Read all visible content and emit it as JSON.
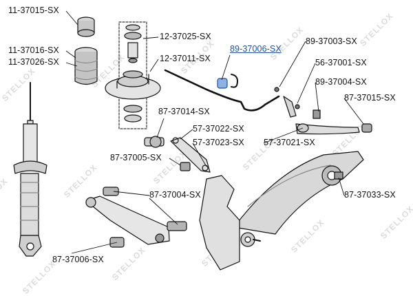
{
  "watermark": {
    "text": "STELLOX",
    "color": "#dcdcdc"
  },
  "highlight_color": "#1f4fa8",
  "labels": [
    {
      "id": "l1",
      "text": "11-37015-SX"
    },
    {
      "id": "l2",
      "text": "11-37016-SX"
    },
    {
      "id": "l3",
      "text": "11-37026-SX"
    },
    {
      "id": "l4",
      "text": "12-37025-SX"
    },
    {
      "id": "l5",
      "text": "12-37011-SX"
    },
    {
      "id": "l6",
      "text": "89-37006-SX",
      "highlighted": true
    },
    {
      "id": "l7",
      "text": "89-37003-SX"
    },
    {
      "id": "l8",
      "text": "56-37001-SX"
    },
    {
      "id": "l9",
      "text": "89-37004-SX"
    },
    {
      "id": "l10",
      "text": "87-37015-SX"
    },
    {
      "id": "l11",
      "text": "87-37014-SX"
    },
    {
      "id": "l12",
      "text": "57-37022-SX"
    },
    {
      "id": "l13",
      "text": "57-37023-SX"
    },
    {
      "id": "l14",
      "text": "57-37021-SX"
    },
    {
      "id": "l15",
      "text": "87-37005-SX"
    },
    {
      "id": "l16",
      "text": "87-37004-SX"
    },
    {
      "id": "l17",
      "text": "87-37033-SX"
    },
    {
      "id": "l18",
      "text": "87-37006-SX"
    }
  ]
}
